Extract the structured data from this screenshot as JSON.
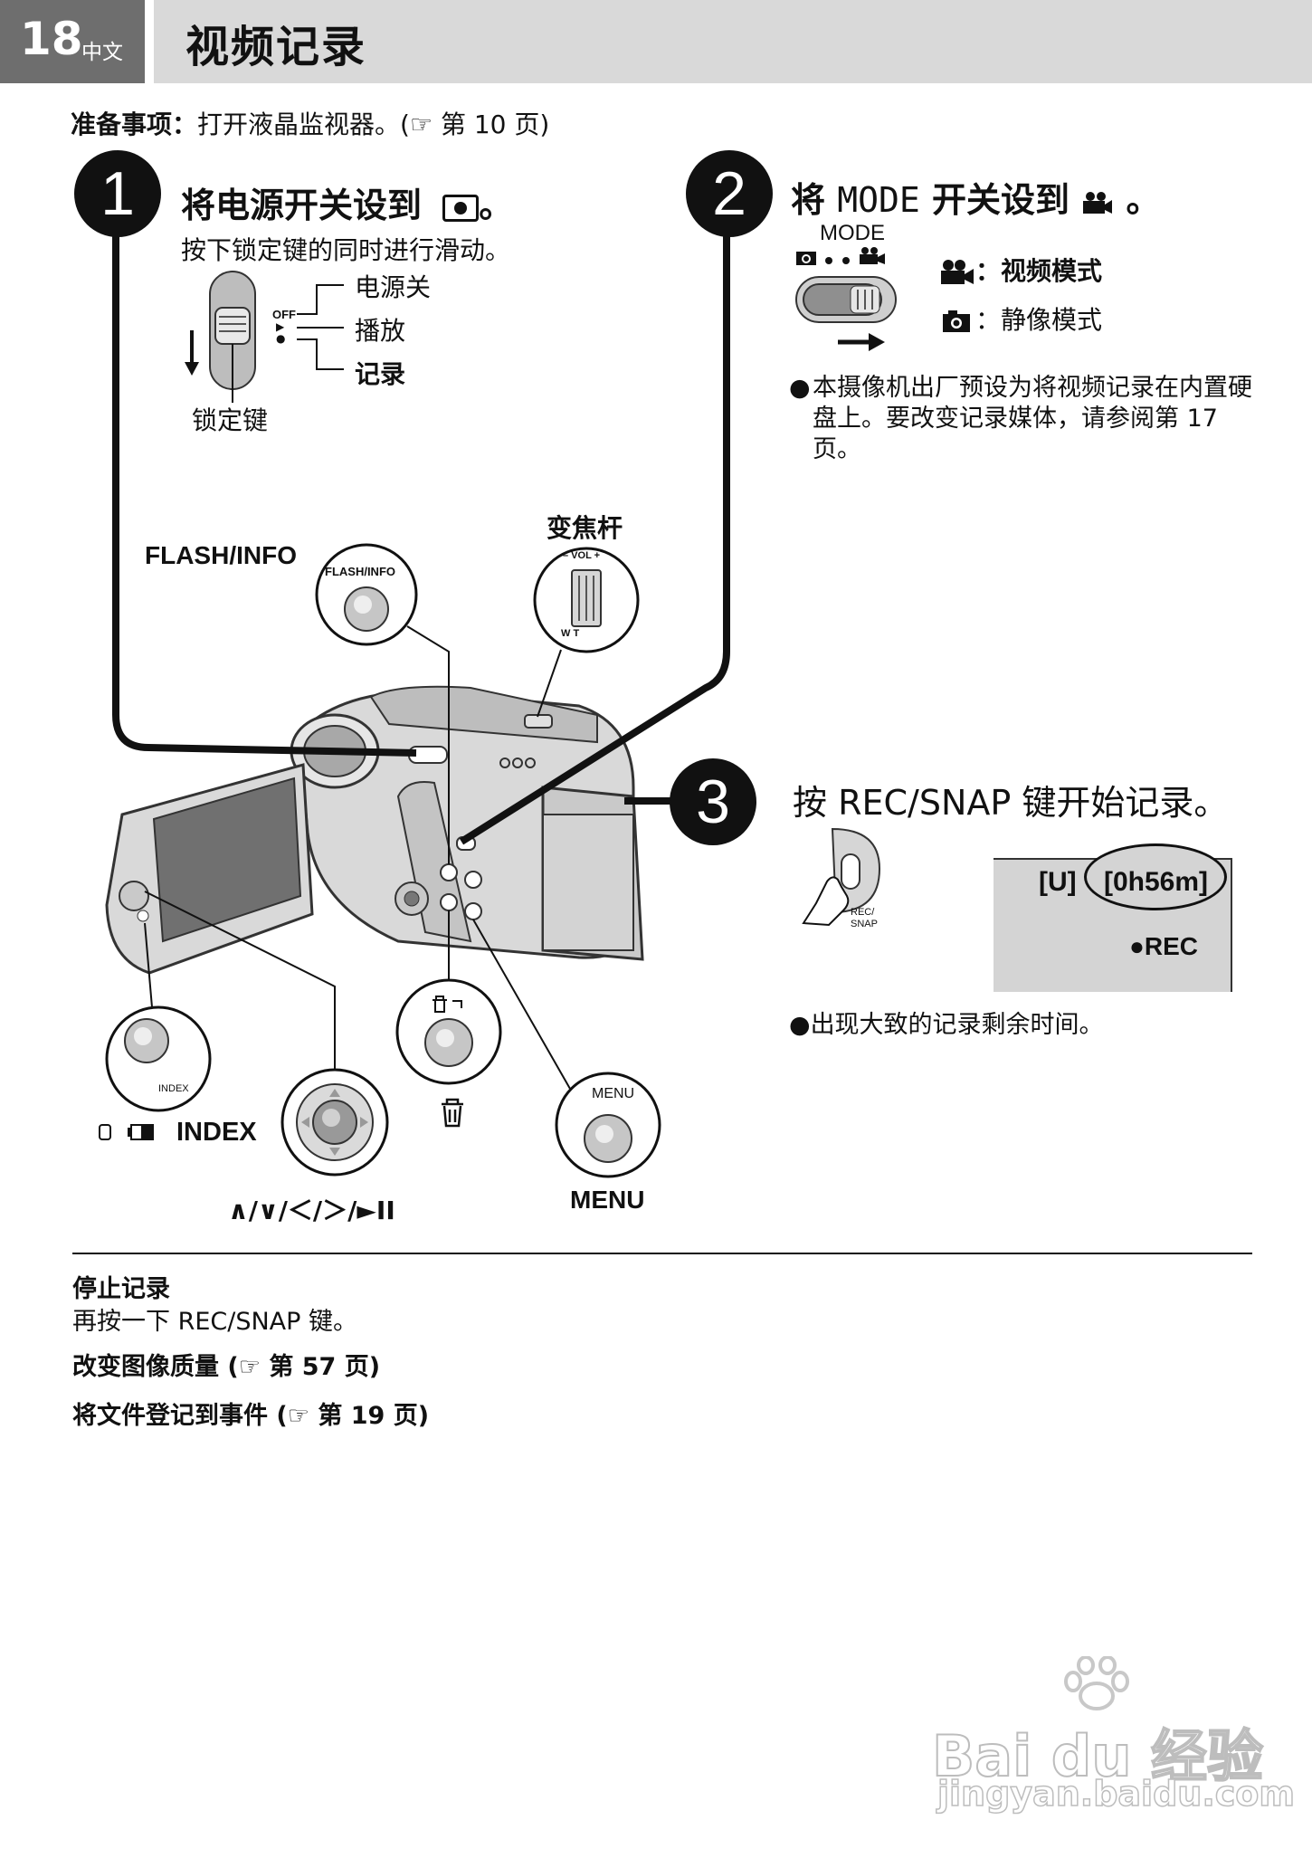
{
  "header": {
    "page_number": "18",
    "language": "中文",
    "title": "视频记录"
  },
  "prep": {
    "label": "准备事项：",
    "text": "打开液晶监视器。(☞ 第 10 页)"
  },
  "step1": {
    "number": "1",
    "title": "将电源开关设到",
    "title_end": "。",
    "sub": "按下锁定键的同时进行滑动。",
    "switch_labels": [
      "OFF",
      "▶",
      "●"
    ],
    "callouts": [
      "电源关",
      "播放",
      "记录"
    ],
    "lock_key": "锁定键"
  },
  "step2": {
    "number": "2",
    "title_a": "将",
    "mode_word": "MODE",
    "title_b": "开关设到",
    "title_end": "。",
    "mode_label": "MODE",
    "video_mode": "：视频模式",
    "still_mode": "：静像模式",
    "note": "本摄像机出厂预设为将视频记录在内置硬盘上。要改变记录媒体，请参阅第 17 页。"
  },
  "camera": {
    "flash_info_label": "FLASH/INFO",
    "flash_info_button": "FLASH/INFO",
    "zoom_label": "变焦杆",
    "zoom_vol": "– VOL +",
    "zoom_wt": "W     T",
    "index_button_text": "INDEX",
    "index_label": "INDEX",
    "nav_label": "∧/∨/＜/＞/►II",
    "menu_button_text": "MENU",
    "menu_label": "MENU"
  },
  "step3": {
    "number": "3",
    "title": "按 REC/SNAP 键开始记录。",
    "rec_snap_text": [
      "REC/",
      "SNAP"
    ],
    "screen_u": "[U]",
    "screen_time": "[0h56m]",
    "screen_rec": "●REC",
    "note": "出现大致的记录剩余时间。"
  },
  "footer": {
    "stop_title": "停止记录",
    "stop_text": "再按一下 REC/SNAP 键。",
    "link1": "改变图像质量 (☞ 第 57 页)",
    "link2": "将文件登记到事件 (☞ 第 19 页)"
  },
  "watermark": {
    "line1": "Bai du 经验",
    "line2": "jingyan.baidu.com"
  }
}
